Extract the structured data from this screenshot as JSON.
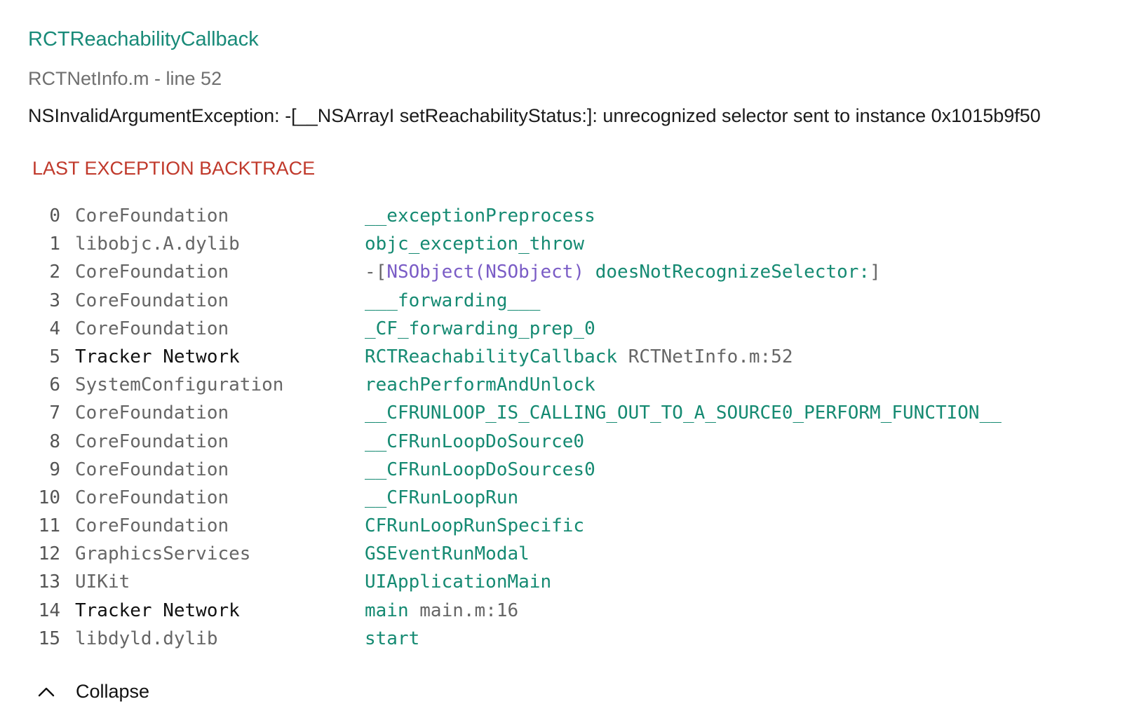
{
  "header": {
    "title": "RCTReachabilityCallback",
    "location": "RCTNetInfo.m - line 52",
    "message": "NSInvalidArgumentException: -[__NSArrayI setReachabilityStatus:]: unrecognized selector sent to instance 0x1015b9f50"
  },
  "backtrace": {
    "section_title": "LAST EXCEPTION BACKTRACE",
    "frames": [
      {
        "index": "0",
        "library": "CoreFoundation",
        "symbol": "__exceptionPreprocess",
        "source": ""
      },
      {
        "index": "1",
        "library": "libobjc.A.dylib",
        "symbol": "objc_exception_throw",
        "source": ""
      },
      {
        "index": "2",
        "library": "CoreFoundation",
        "symbol_prefix": "-[",
        "symbol_class": "NSObject(NSObject)",
        "symbol_method": "doesNotRecognizeSelector:",
        "symbol_suffix": "]",
        "source": ""
      },
      {
        "index": "3",
        "library": "CoreFoundation",
        "symbol": "___forwarding___",
        "source": ""
      },
      {
        "index": "4",
        "library": "CoreFoundation",
        "symbol": "_CF_forwarding_prep_0",
        "source": ""
      },
      {
        "index": "5",
        "library": "Tracker Network",
        "symbol": "RCTReachabilityCallback",
        "source": "RCTNetInfo.m:52",
        "app": true
      },
      {
        "index": "6",
        "library": "SystemConfiguration",
        "symbol": "reachPerformAndUnlock",
        "source": ""
      },
      {
        "index": "7",
        "library": "CoreFoundation",
        "symbol": "__CFRUNLOOP_IS_CALLING_OUT_TO_A_SOURCE0_PERFORM_FUNCTION__",
        "source": ""
      },
      {
        "index": "8",
        "library": "CoreFoundation",
        "symbol": "__CFRunLoopDoSource0",
        "source": ""
      },
      {
        "index": "9",
        "library": "CoreFoundation",
        "symbol": "__CFRunLoopDoSources0",
        "source": ""
      },
      {
        "index": "10",
        "library": "CoreFoundation",
        "symbol": "__CFRunLoopRun",
        "source": ""
      },
      {
        "index": "11",
        "library": "CoreFoundation",
        "symbol": "CFRunLoopRunSpecific",
        "source": ""
      },
      {
        "index": "12",
        "library": "GraphicsServices",
        "symbol": "GSEventRunModal",
        "source": ""
      },
      {
        "index": "13",
        "library": "UIKit",
        "symbol": "UIApplicationMain",
        "source": ""
      },
      {
        "index": "14",
        "library": "Tracker Network",
        "symbol": "main",
        "source": "main.m:16",
        "app": true
      },
      {
        "index": "15",
        "library": "libdyld.dylib",
        "symbol": "start",
        "source": ""
      }
    ]
  },
  "footer": {
    "collapse_label": "Collapse",
    "collapse_icon": "chevron-up-icon"
  },
  "colors": {
    "title": "#188a78",
    "symbol": "#158a72",
    "class": "#7a5cc6",
    "section": "#c0392b"
  }
}
